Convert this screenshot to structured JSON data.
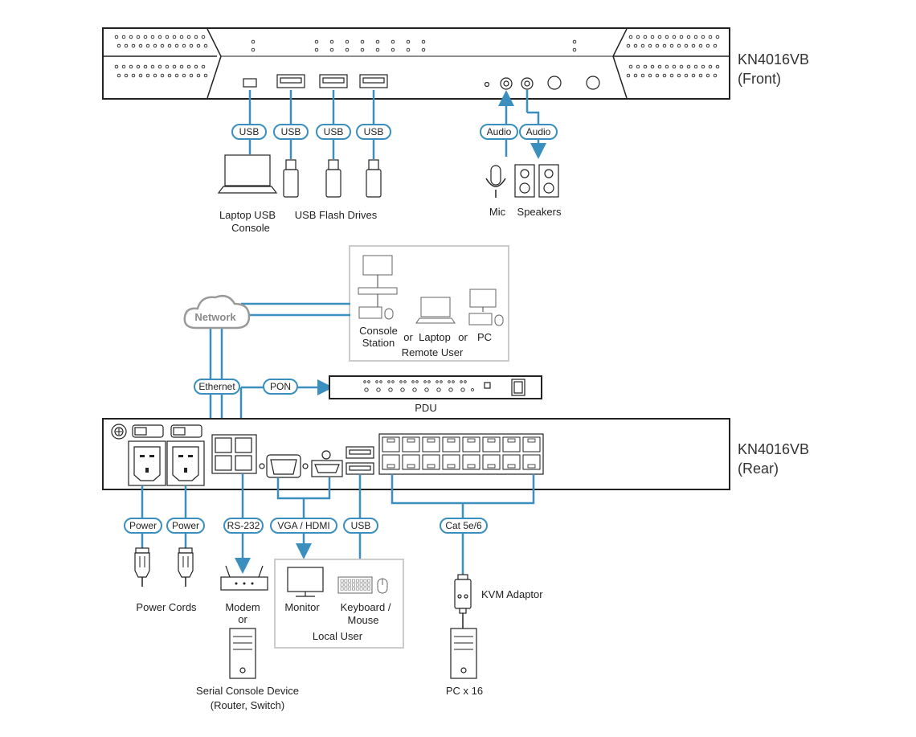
{
  "colors": {
    "cable": "#3a8fbf",
    "outline": "#222222",
    "network_gray": "#9a9a9a",
    "group_box": "#cccccc"
  },
  "front": {
    "model": "KN4016VB",
    "side": "(Front)"
  },
  "rear": {
    "model": "KN4016VB",
    "side": "(Rear)"
  },
  "cables": {
    "usb": "USB",
    "audio": "Audio",
    "ethernet": "Ethernet",
    "pon": "PON",
    "power": "Power",
    "rs232": "RS-232",
    "vga_hdmi": "VGA / HDMI",
    "cat": "Cat 5e/6"
  },
  "network": {
    "label": "Network"
  },
  "front_devices": {
    "laptop_line1": "Laptop USB",
    "laptop_line2": "Console",
    "flash": "USB Flash Drives",
    "mic": "Mic",
    "speakers": "Speakers"
  },
  "remote": {
    "console_line1": "Console",
    "console_line2": "Station",
    "or1": "or",
    "laptop": "Laptop",
    "or2": "or",
    "pc": "PC",
    "group": "Remote User"
  },
  "pdu": {
    "label": "PDU"
  },
  "rear_devices": {
    "power_cords": "Power Cords",
    "modem": "Modem",
    "modem_or": "or",
    "serial_line1": "Serial Console Device",
    "serial_line2": "(Router, Switch)",
    "monitor": "Monitor",
    "keyboard_line1": "Keyboard /",
    "keyboard_line2": "Mouse",
    "local_group": "Local User",
    "kvm_adaptor": "KVM Adaptor",
    "pc_count": "PC x 16"
  }
}
